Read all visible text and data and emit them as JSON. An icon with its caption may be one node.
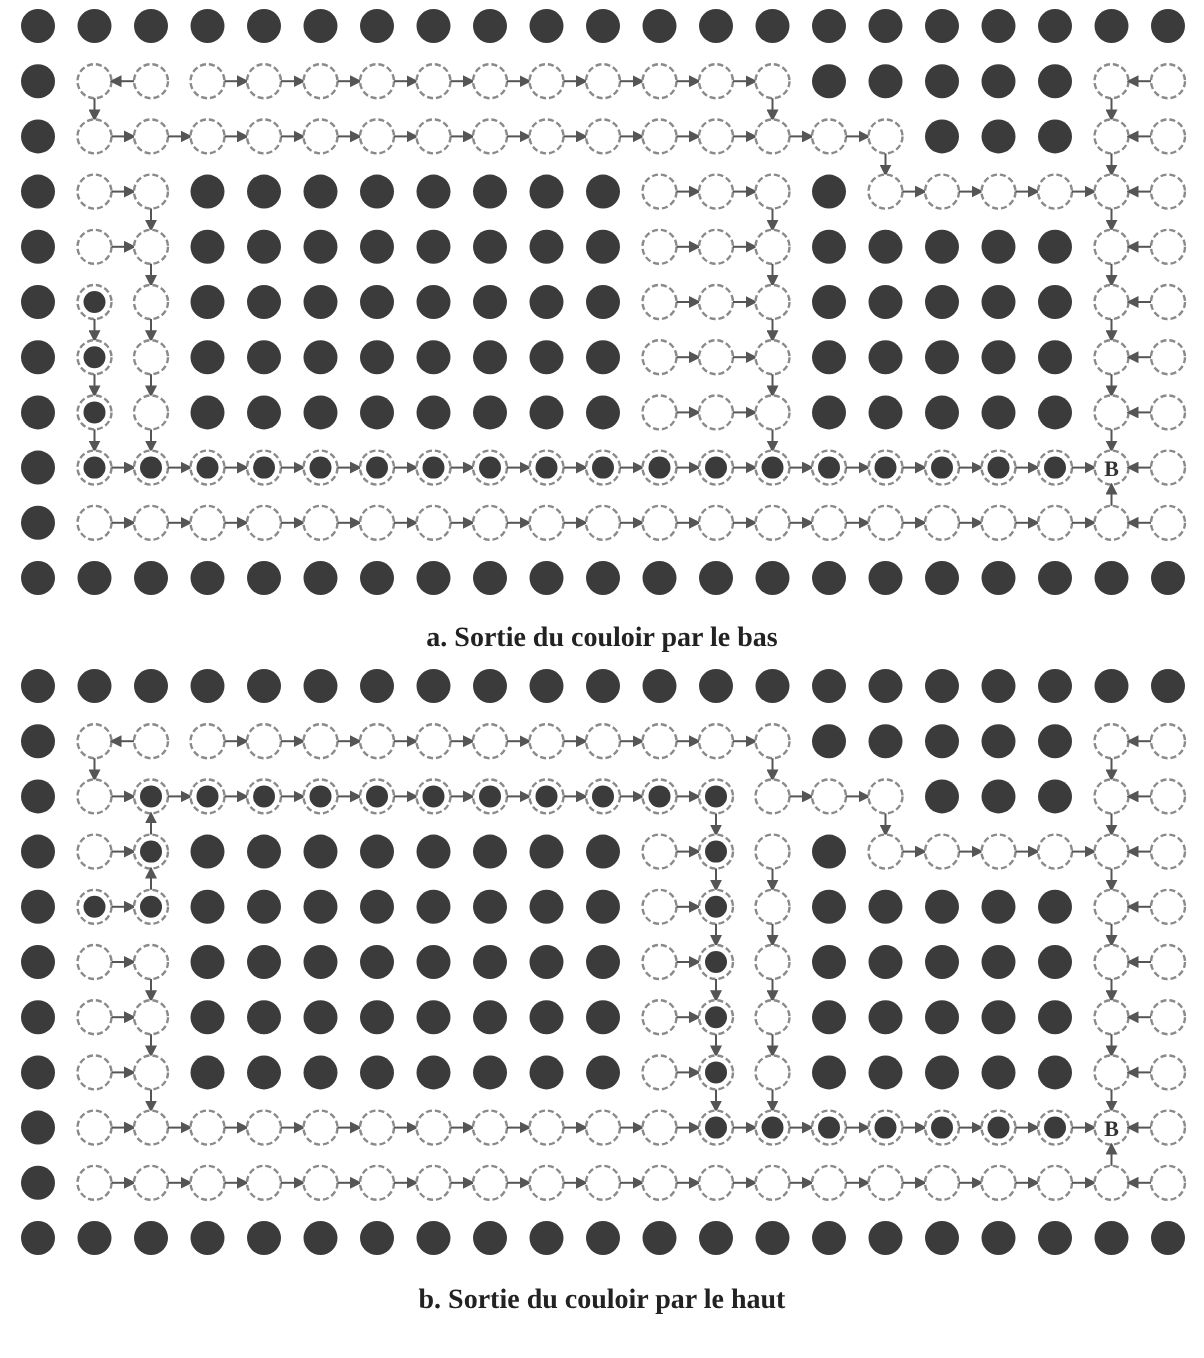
{
  "diagram": {
    "labels": [
      "B",
      "a. Sortie du couloir par le bas",
      "B",
      "b. Sortie du couloir par le haut"
    ]
  }
}
